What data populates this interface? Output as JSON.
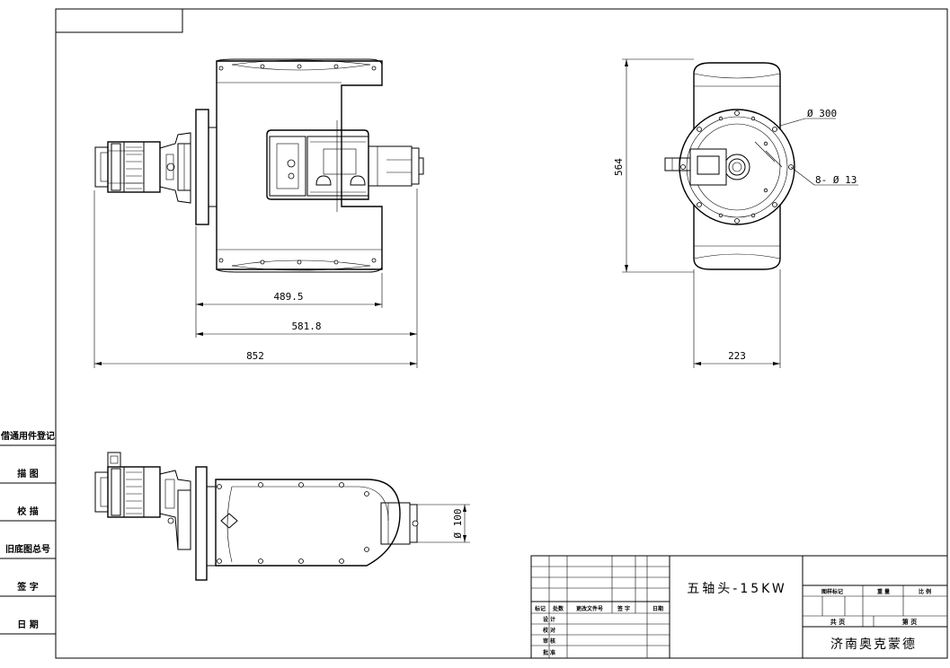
{
  "dimensions": {
    "d1": "489.5",
    "d2": "581.8",
    "d3": "852",
    "d_height": "564",
    "d_width": "223",
    "d_dia300": "Ø 300",
    "d_holes": "8-  Ø 13",
    "d_dia100": "Ø 100"
  },
  "side_labels": [
    "借通用件登记",
    "描 图",
    "校 描",
    "旧底图总号",
    "签 字",
    "日 期"
  ],
  "title_block": {
    "drawing_name": "五轴头-15KW",
    "company": "济南奥克蒙德",
    "rev_headers": [
      "标记",
      "处数",
      "更改文件号",
      "签 字",
      "日期"
    ],
    "sign_rows": [
      "设 计",
      "校 对",
      "审 核",
      "批 准"
    ],
    "right_headers": [
      "图样标记",
      "重 量",
      "比 例"
    ],
    "sheet_total_label": "共 页",
    "sheet_no_label": "第 页"
  }
}
